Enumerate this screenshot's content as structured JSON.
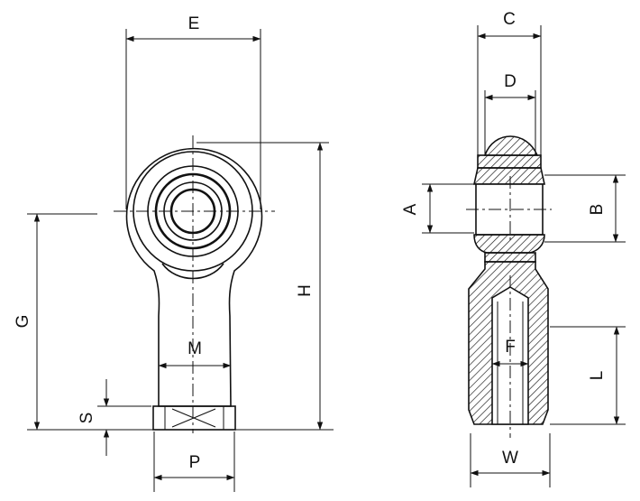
{
  "front_view": {
    "labels": {
      "E": "E",
      "G": "G",
      "H": "H",
      "M": "M",
      "S": "S",
      "P": "P"
    }
  },
  "side_view": {
    "labels": {
      "C": "C",
      "D": "D",
      "A": "A",
      "B": "B",
      "F": "F",
      "L": "L",
      "W": "W"
    }
  }
}
